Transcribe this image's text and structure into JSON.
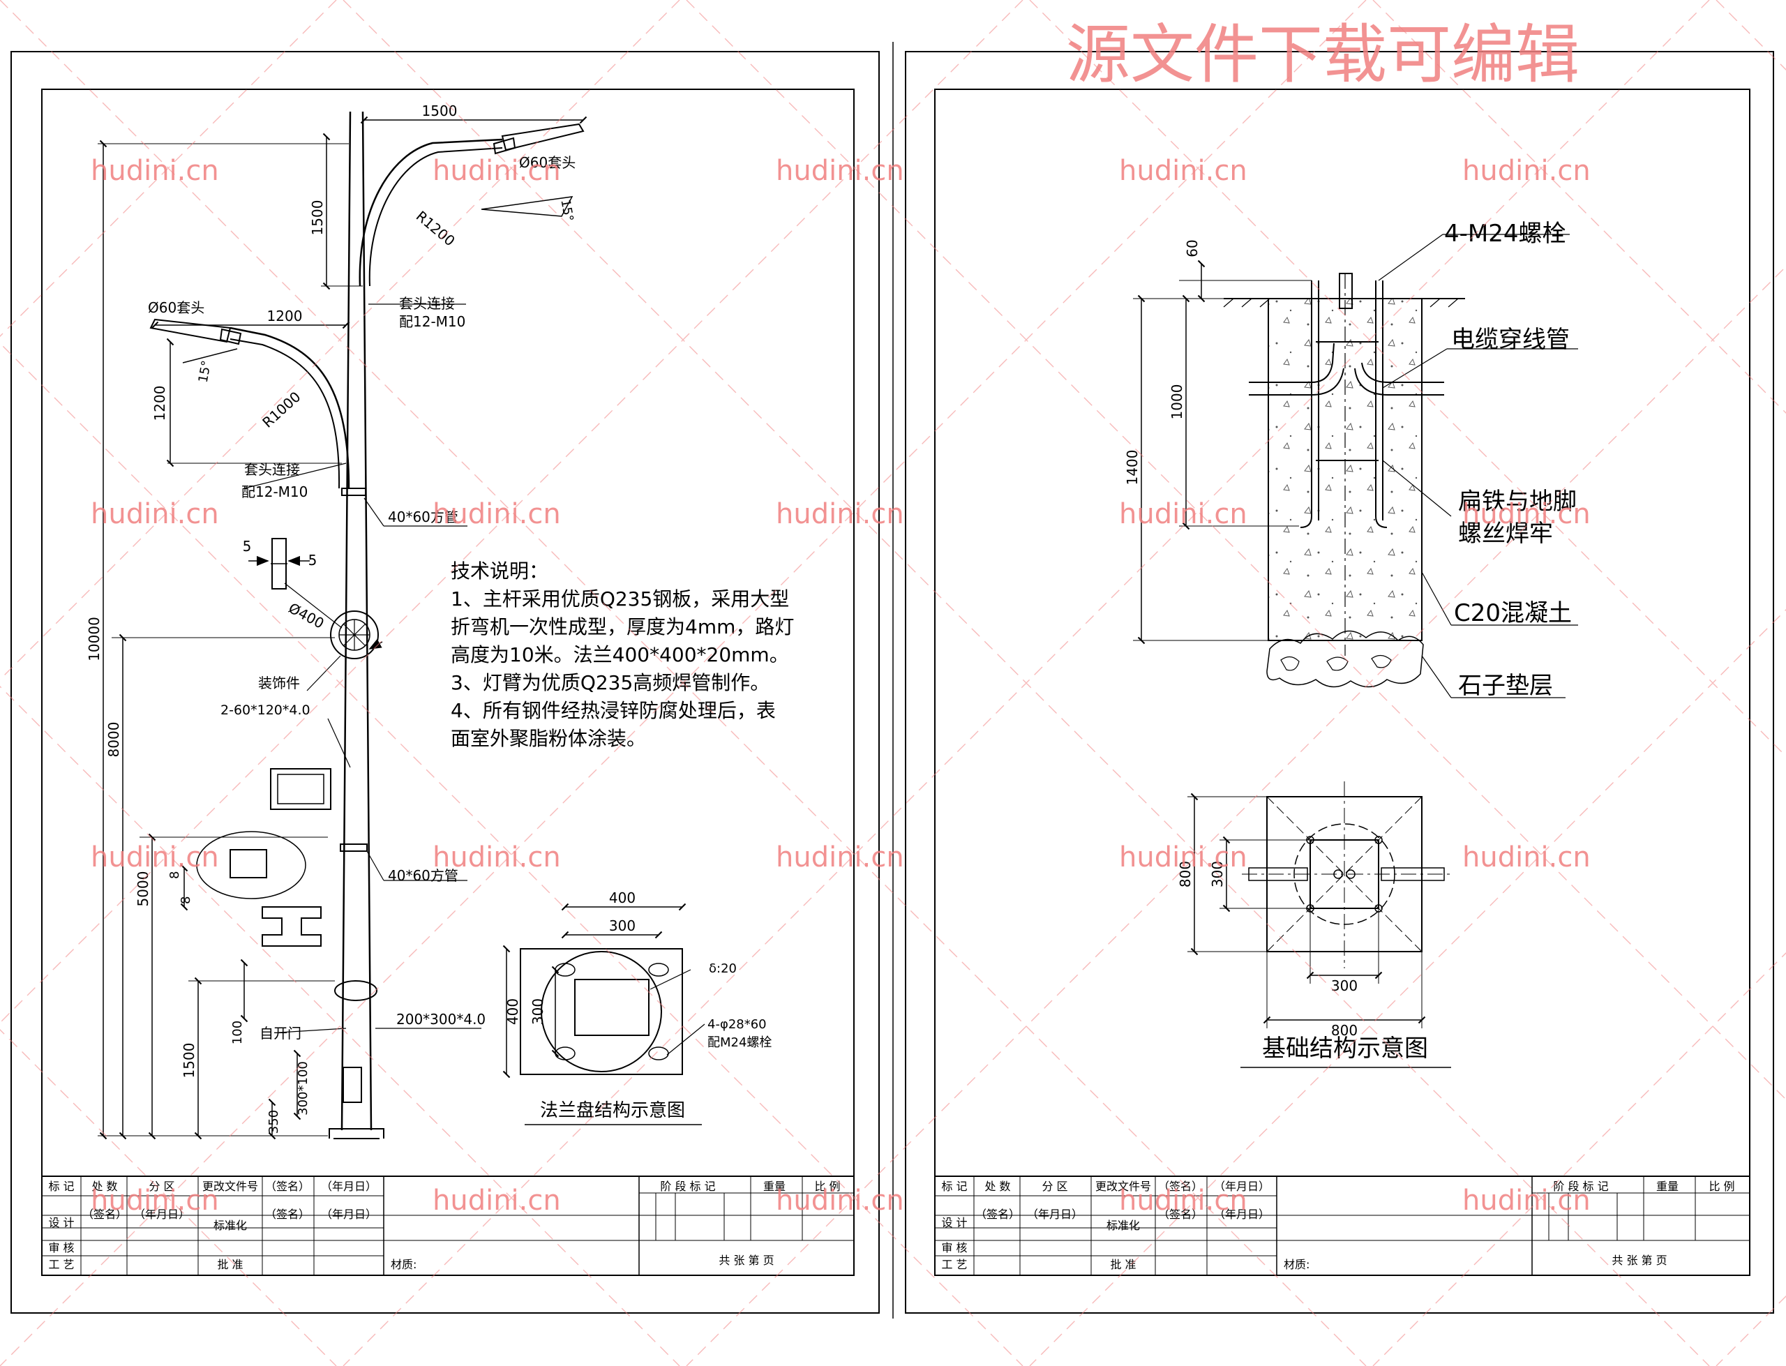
{
  "watermark": {
    "banner": "源文件下载可编辑",
    "site": "hudini.cn",
    "color": "#f08080"
  },
  "left_sheet": {
    "pole": {
      "arm_upper": {
        "horizontal": "1500",
        "vertical": "1500",
        "radius": "R1200",
        "head": "Ø60套头",
        "angle": "15°",
        "joint": "套头连接",
        "joint_bolts": "配12-M10"
      },
      "arm_lower": {
        "horizontal": "1200",
        "vertical": "1200",
        "radius": "R1000",
        "head": "Ø60套头",
        "angle": "15°",
        "joint": "套头连接",
        "joint_bolts": "配12-M10"
      },
      "tube_upper": "40*60方管",
      "tube_lower": "40*60方管",
      "gap_left": "5",
      "gap_right": "5",
      "ornament_dia": "Ø400",
      "ornament": "装饰件",
      "plate": "2-60*120*4.0",
      "rib_a": "8",
      "rib_b": "8",
      "door": "自开门",
      "door_size": "200*300*4.0",
      "door_height": "300*100",
      "dim_100": "100",
      "dim_350": "350",
      "height_total": "10000",
      "height_8000": "8000",
      "height_5000": "5000",
      "height_1500": "1500"
    },
    "tech_notes": {
      "title": "技术说明：",
      "lines": [
        "1、主杆采用优质Q235钢板，采用大型",
        "折弯机一次性成型，厚度为4mm，路灯",
        "高度为10米。法兰400*400*20mm。",
        "3、灯臂为优质Q235高频焊管制作。",
        "4、所有钢件经热浸锌防腐处理后，表",
        "面室外聚脂粉体涂装。"
      ]
    },
    "flange": {
      "width_outer": "400",
      "width_inner": "300",
      "height_outer": "400",
      "height_inner": "300",
      "thickness": "δ:20",
      "holes": "4-φ28*60",
      "bolts": "配M24螺栓",
      "caption": "法兰盘结构示意图"
    }
  },
  "right_sheet": {
    "foundation": {
      "bolts": "4-M24螺栓",
      "cable_pipe": "电缆穿线管",
      "weld_line1": "扁铁与地脚",
      "weld_line2": "螺丝焊牢",
      "concrete": "C20混凝土",
      "gravel": "石子垫层",
      "dim_60": "60",
      "dim_1000": "1000",
      "dim_1400": "1400"
    },
    "plan": {
      "side_outer": "800",
      "side_inner": "300",
      "bottom_inner": "300",
      "bottom_outer": "800",
      "caption": "基础结构示意图"
    }
  },
  "title_block": {
    "row1": [
      "标 记",
      "处 数",
      "分 区",
      "更改文件号",
      "（签名）",
      "（年月日）"
    ],
    "row2": [
      "设 计",
      "（签名）",
      "（年月日）",
      "标准化",
      "（签名）",
      "（年月日）"
    ],
    "row3": [
      "审 核"
    ],
    "row4": [
      "工 艺",
      "批 准"
    ],
    "stage": "阶 段 标 记",
    "weight": "重量",
    "scale": "比 例",
    "material": "材质:",
    "sheets": "共     张     第     页"
  }
}
